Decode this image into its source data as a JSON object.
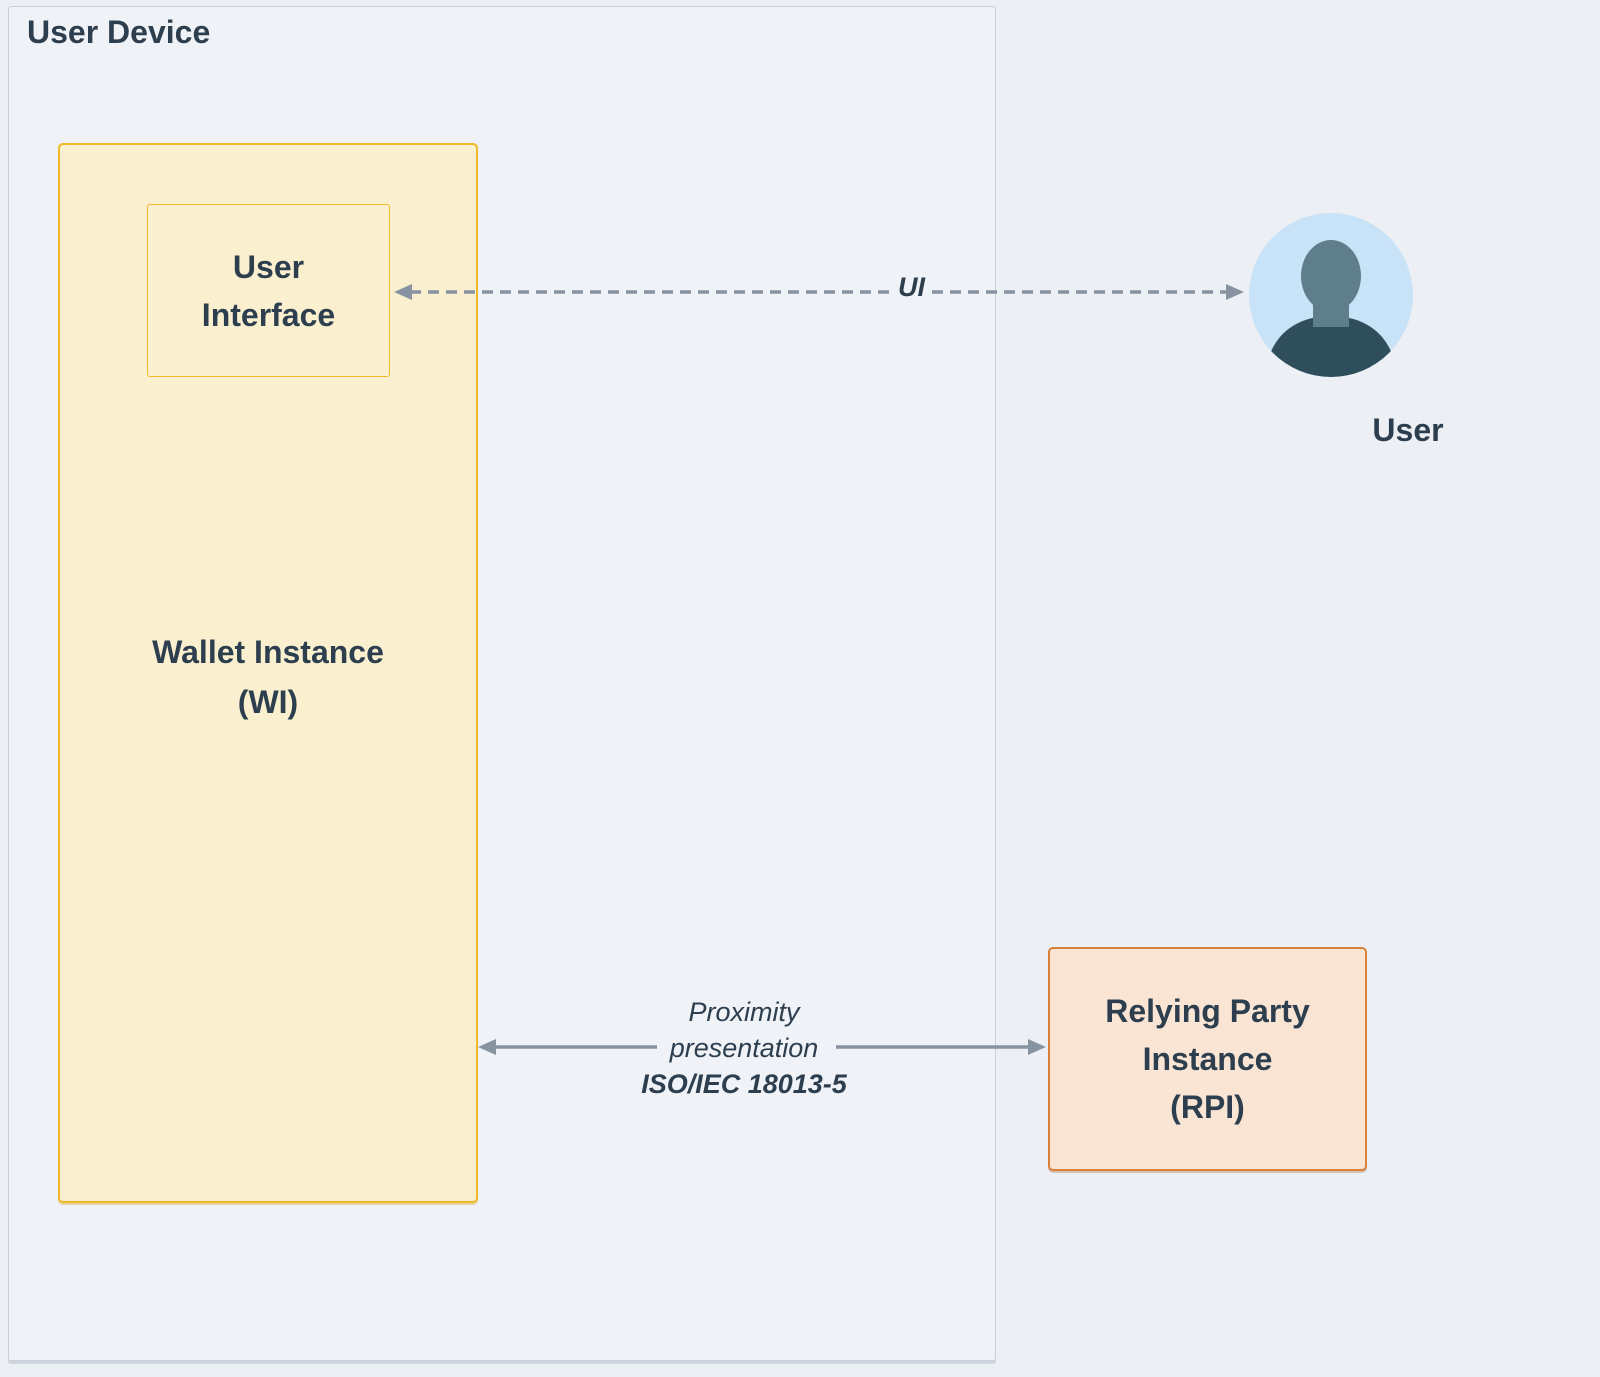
{
  "colors": {
    "bg": "#ecf0f4",
    "panel": "#eff2f7",
    "panelBorder": "#c9cfd9",
    "ink": "#2d3e4e",
    "yellowFill": "#faf0cf",
    "yellowBorder": "#f0b928",
    "peachFill": "#fae5d5",
    "peachBorder": "#d7803c",
    "arrow": "#8793a0",
    "avatarBg": "#c8e2f8",
    "avatarHead": "#5e7e8c",
    "avatarBody": "#2e4e5c"
  },
  "diagram": {
    "user_device": {
      "title": "User Device"
    },
    "wallet_instance": {
      "line1": "Wallet Instance",
      "line2": "(WI)"
    },
    "user_interface": {
      "line1": "User",
      "line2": "Interface"
    },
    "user": {
      "label": "User"
    },
    "relying_party": {
      "line1": "Relying Party",
      "line2": "Instance",
      "line3": "(RPI)"
    },
    "edges": {
      "ui": {
        "label": "UI",
        "style": "dashed",
        "direction": "both"
      },
      "proximity": {
        "line1": "Proximity",
        "line2": "presentation",
        "line3": "ISO/IEC 18013-5",
        "style": "solid",
        "direction": "both"
      }
    }
  }
}
